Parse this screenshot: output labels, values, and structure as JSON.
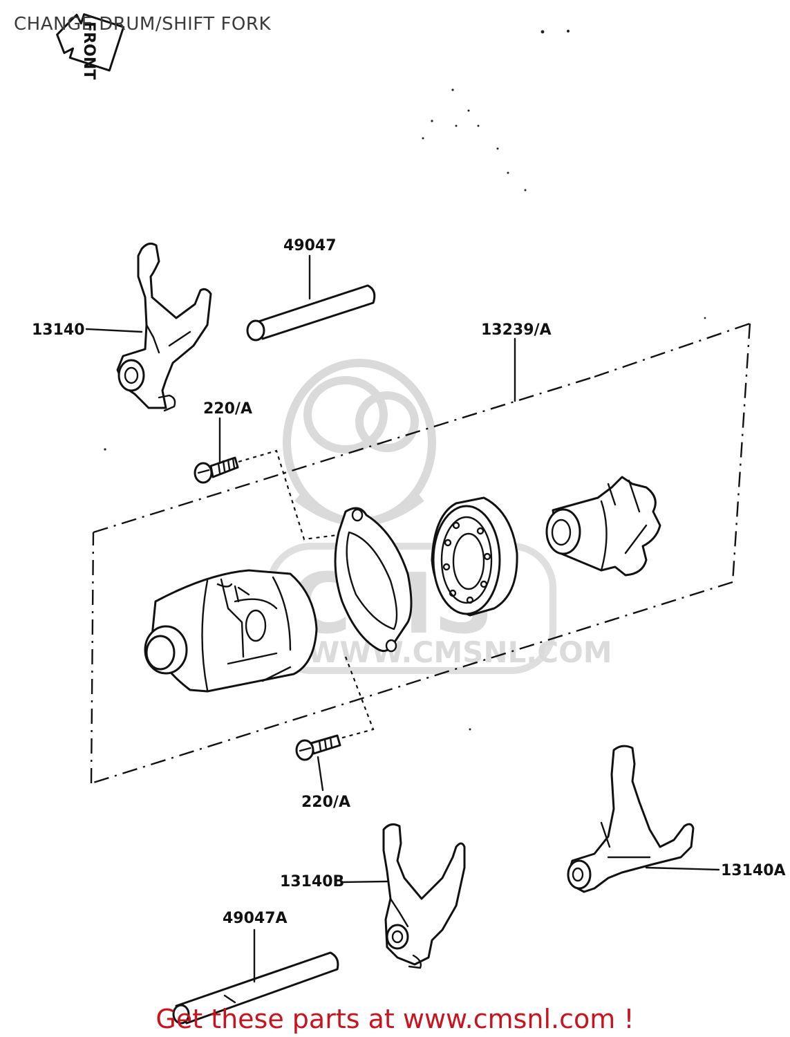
{
  "title": "CHANGE DRUM/SHIFT FORK",
  "footer": {
    "text": "Get these parts at www.cmsnl.com !",
    "color": "#c8141e"
  },
  "watermark": {
    "brand": "CMS",
    "url": "WWW.CMSNL.COM"
  },
  "front_tag": {
    "text": "FRONT"
  },
  "parts": [
    {
      "id": "13140",
      "label": "13140"
    },
    {
      "id": "49047",
      "label": "49047"
    },
    {
      "id": "13239A",
      "label": "13239/A"
    },
    {
      "id": "220A_top",
      "label": "220/A"
    },
    {
      "id": "220A_bot",
      "label": "220/A"
    },
    {
      "id": "13140B",
      "label": "13140B"
    },
    {
      "id": "13140A",
      "label": "13140A"
    },
    {
      "id": "49047A",
      "label": "49047A"
    }
  ]
}
